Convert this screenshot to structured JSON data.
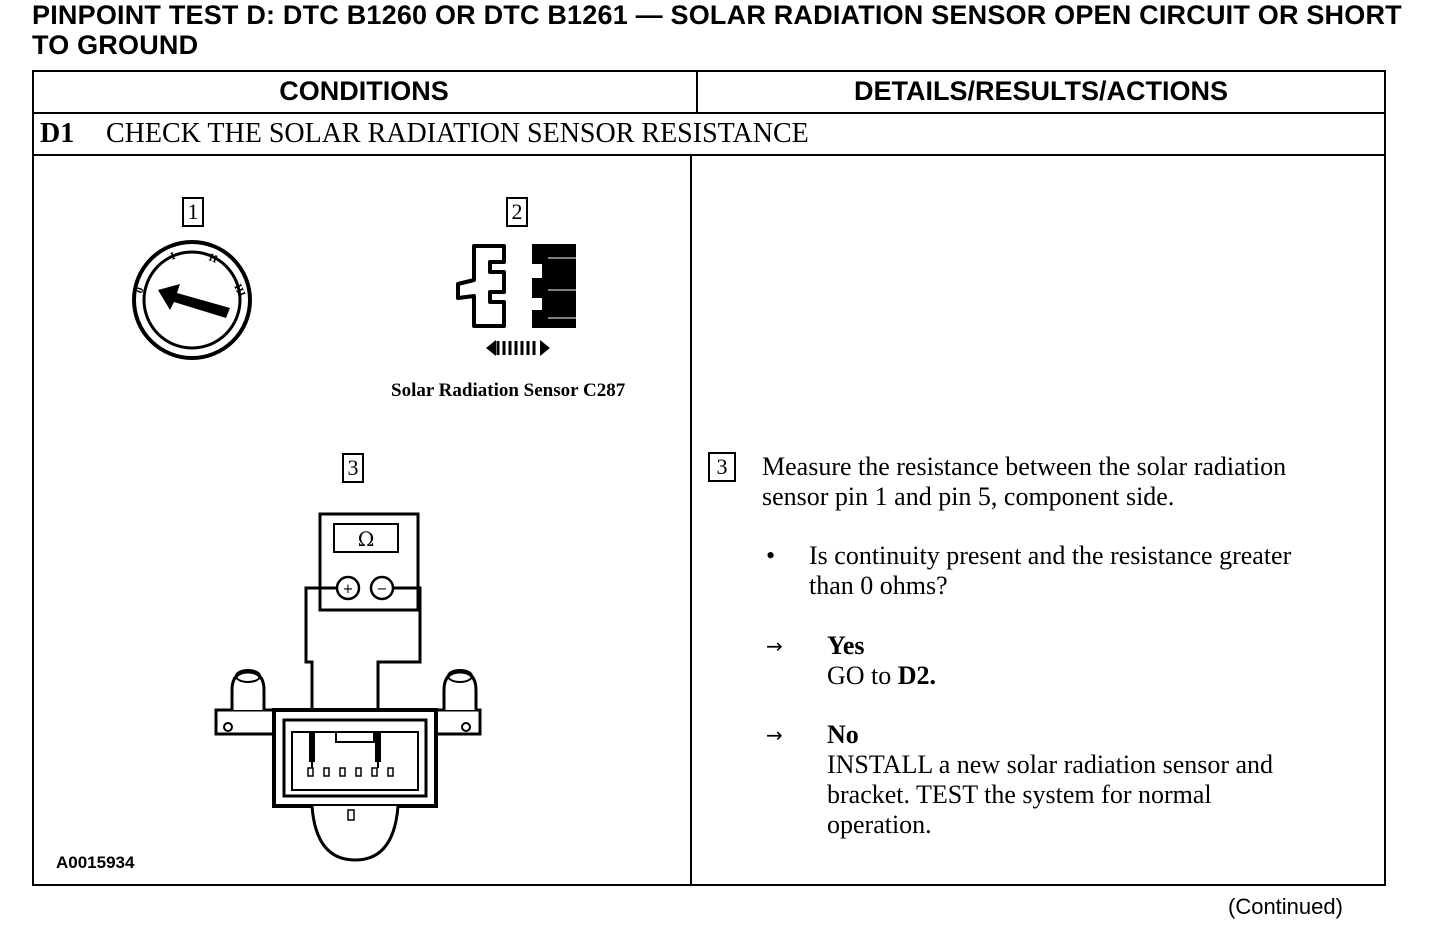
{
  "page_title": "PINPOINT TEST D: DTC B1260 OR DTC B1261 — SOLAR RADIATION SENSOR OPEN CIRCUIT OR SHORT TO GROUND",
  "table": {
    "col_conditions": "CONDITIONS",
    "col_details": "DETAILS/RESULTS/ACTIONS",
    "step_id": "D1",
    "step_title": "CHECK THE SOLAR RADIATION SENSOR RESISTANCE"
  },
  "figure": {
    "step1_number": "1",
    "step2_number": "2",
    "step3_number": "3",
    "connector_caption": "Solar Radiation Sensor C287",
    "meter_symbol": "Ω",
    "figure_id": "A0015934",
    "key_marks": [
      "0",
      "I",
      "II",
      "III"
    ]
  },
  "details": {
    "step_number": "3",
    "instruction": "Measure the resistance between the solar radiation sensor pin 1 and pin 5, component side.",
    "instruction_line1": "Measure the resistance between the solar radiation",
    "instruction_line2": "sensor pin 1 and pin 5, component side.",
    "question_line1": "Is continuity present and the resistance greater",
    "question_line2": "than 0 ohms?",
    "bullet": "•",
    "arrow": "→",
    "yes_label": "Yes",
    "yes_action_prefix": "GO to ",
    "yes_action_target": "D2.",
    "no_label": "No",
    "no_line1": "INSTALL a new solar radiation sensor and",
    "no_line2": "bracket. TEST the system for normal",
    "no_line3": "operation."
  },
  "footer": {
    "continued": "(Continued)"
  }
}
